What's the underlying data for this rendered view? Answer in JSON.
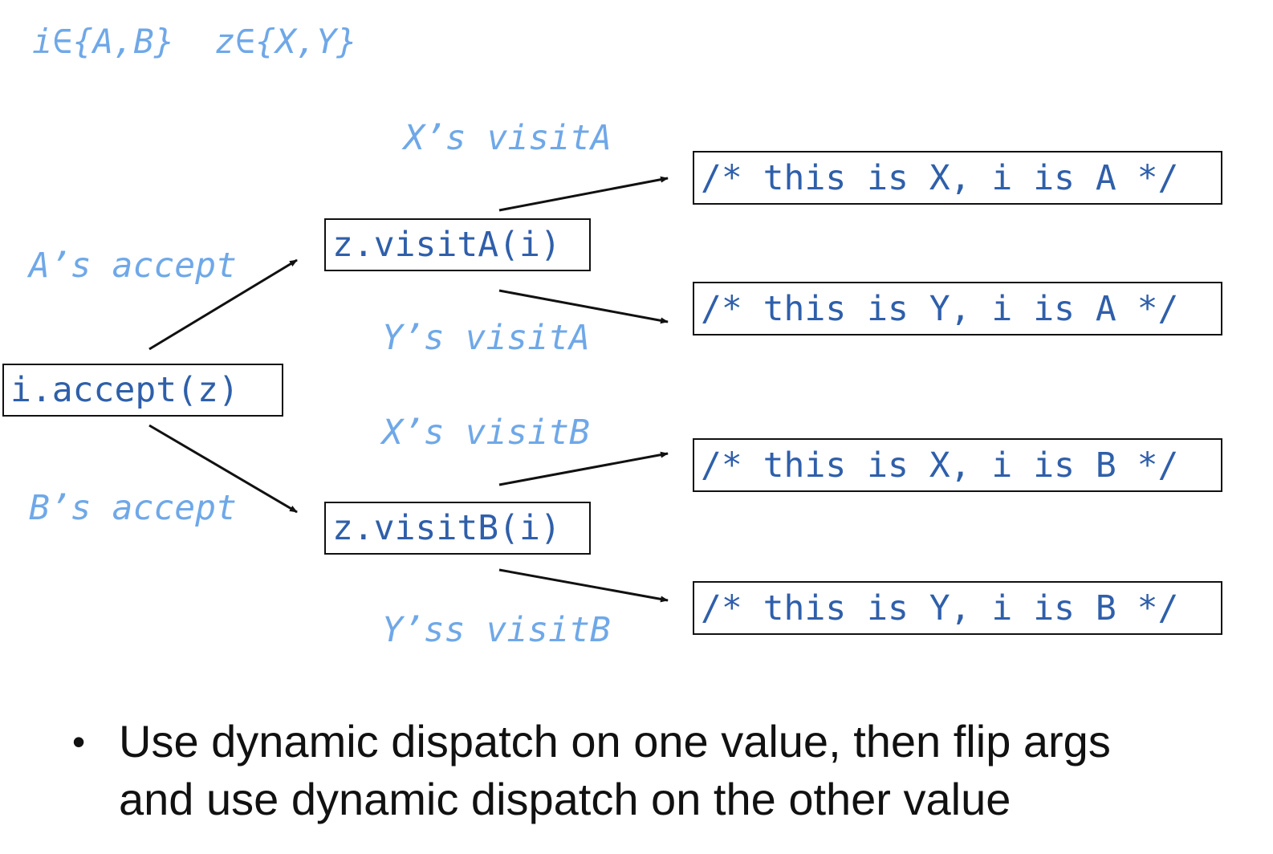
{
  "header": {
    "sets": "i∈{A,B}  z∈{X,Y}"
  },
  "labels": {
    "x_visita": "X’s visitA",
    "a_accept": "A’s accept",
    "y_visita": "Y’s visitA",
    "x_visitb": "X’s visitB",
    "b_accept": "B’s accept",
    "y_visitb": "Y’ss visitB"
  },
  "boxes": {
    "accept": "i.accept(z)",
    "visita": "z.visitA(i)",
    "visitb": "z.visitB(i)"
  },
  "results": {
    "xa": "/* this is X, i is A */",
    "ya": "/* this is Y, i is A */",
    "xb": "/* this is X, i is B */",
    "yb": "/* this is Y, i is B */"
  },
  "bullet": {
    "marker": "•",
    "text_line1": "Use dynamic dispatch on one value, then flip args",
    "text_line2": "and use dynamic dispatch on the other value"
  },
  "colors": {
    "italic_label": "#6fa8e8",
    "code_text": "#2f5faa",
    "border": "#111111"
  }
}
